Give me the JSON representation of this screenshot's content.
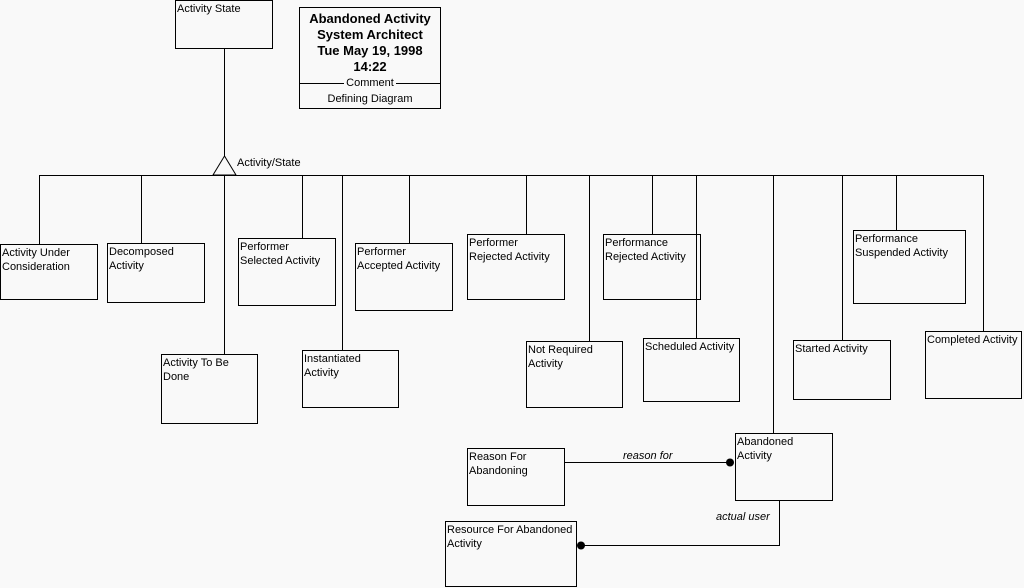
{
  "title_box": {
    "label": "Activity State"
  },
  "comment": {
    "lines": [
      "Abandoned Activity",
      "System Architect",
      "Tue May 19, 1998",
      "14:22"
    ],
    "separator": "Comment",
    "body": "Defining Diagram"
  },
  "generalization_label": "Activity/State",
  "subtypes": [
    "Activity Under\nConsideration",
    "Decomposed\nActivity",
    "Activity To Be\nDone",
    "Performer\nSelected Activity",
    "Instantiated Activity",
    "Performer\nAccepted Activity",
    "Performer\nRejected Activity",
    "Not Required\nActivity",
    "Performance\nRejected Activity",
    "Scheduled Activity",
    "Abandoned\nActivity",
    "Started Activity",
    "Performance\nSuspended Activity",
    "Completed Activity"
  ],
  "related": [
    "Reason For\nAbandoning",
    "Resource For Abandoned\nActivity"
  ],
  "relationships": [
    "reason for",
    "actual user"
  ]
}
